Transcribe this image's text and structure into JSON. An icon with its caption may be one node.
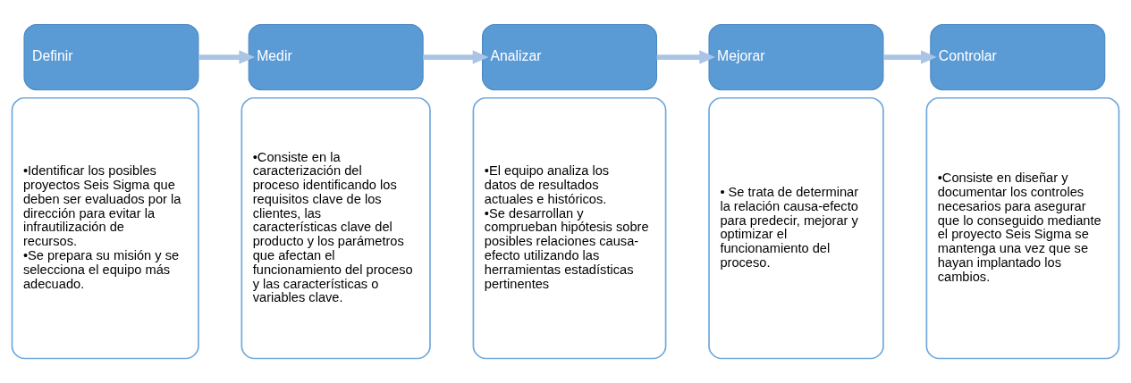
{
  "diagram": {
    "nodes": [
      {
        "text": [
          "Definir"
        ]
      },
      {
        "text": [
          "•Identificar los posibles proyectos Seis Sigma que deben ser evaluados por la dirección para evitar la infrautilización de recursos.",
          "•Se prepara su misión y se selecciona el equipo más adecuado."
        ]
      },
      {
        "text": [
          "Medir"
        ]
      },
      {
        "text": [
          "•Consiste en la caracterización del proceso identificando los requisitos clave de los clientes, las características clave del producto y los parámetros que afectan el funcionamiento del proceso y las características o variables clave."
        ]
      },
      {
        "text": [
          "Analizar"
        ]
      },
      {
        "text": [
          "•El equipo analiza los datos de resultados actuales e históricos.",
          "•Se desarrollan y comprueban hipótesis sobre posibles relaciones causa-efecto utilizando las herramientas estadísticas pertinentes"
        ]
      },
      {
        "text": [
          "Mejorar"
        ]
      },
      {
        "text": [
          "• Se trata de determinar la relación causa-efecto para predecir, mejorar y optimizar el funcionamiento del proceso."
        ]
      },
      {
        "text": [
          "Controlar"
        ]
      },
      {
        "text": [
          "•Consiste en diseñar y documentar los controles necesarios para asegurar que lo conseguido mediante el proyecto Seis Sigma se mantenga una vez que se hayan implantado los cambios."
        ]
      }
    ],
    "edges": [
      {
        "from": 0,
        "to": 2,
        "arrow": "to"
      },
      {
        "from": 2,
        "to": 4,
        "arrow": "to"
      },
      {
        "from": 4,
        "to": 6,
        "arrow": "to"
      },
      {
        "from": 6,
        "to": 8,
        "arrow": "to"
      }
    ]
  }
}
